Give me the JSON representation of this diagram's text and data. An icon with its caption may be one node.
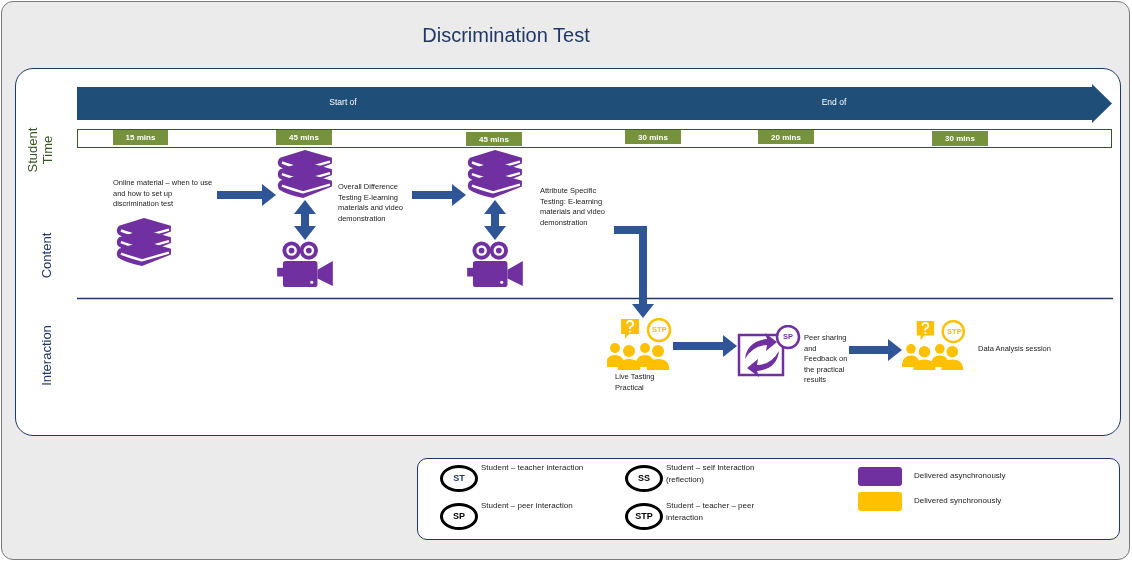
{
  "diagram": {
    "title": "Discrimination Test",
    "nodes": [
      {
        "text": [
          "Start of",
          "End of"
        ]
      },
      {
        "text": [],
        "shape": "box"
      },
      {
        "text": [
          "15 mins"
        ],
        "in": 1
      },
      {
        "text": [
          "45 mins"
        ],
        "in": 1
      },
      {
        "text": [
          "45 mins"
        ],
        "in": 1
      },
      {
        "text": [
          "30 mins"
        ],
        "in": 1
      },
      {
        "text": [
          "20 mins"
        ],
        "in": 1
      },
      {
        "text": [
          "30 mins"
        ],
        "in": 1
      },
      {
        "text": [
          "Online material – when to use and how to set up discrimination test"
        ]
      },
      {
        "text": [],
        "shape": "picture"
      },
      {
        "text": [],
        "shape": "picture"
      },
      {
        "text": [],
        "shape": "picture"
      },
      {
        "text": [
          "Overall Difference Testing E-learning materials and video demonstration"
        ]
      },
      {
        "text": [],
        "shape": "picture"
      },
      {
        "text": [],
        "shape": "picture"
      },
      {
        "text": [
          "Attribute Specific Testing: E-learning materials and video demonstration"
        ]
      },
      {
        "text": [
          "STP"
        ],
        "beside": [
          "Live Tasting Practical"
        ]
      },
      {
        "text": [
          "SP"
        ],
        "beside": [
          "Peer sharing and Feedback on the practical results"
        ]
      },
      {
        "text": [
          "STP"
        ],
        "beside": [
          "Data Analysis session"
        ]
      }
    ],
    "edges": [
      {
        "from": 8,
        "to": 10,
        "arrow": "to"
      },
      {
        "from": 10,
        "to": 11,
        "arrow": "both"
      },
      {
        "from": 12,
        "to": 13,
        "arrow": "to"
      },
      {
        "from": 13,
        "to": 14,
        "arrow": "both"
      },
      {
        "from": 15,
        "to": 16,
        "arrow": "to"
      },
      {
        "from": 16,
        "to": 17,
        "arrow": "to"
      },
      {
        "from": 17,
        "to": 18,
        "arrow": "to"
      }
    ],
    "labels": [
      "Student Time",
      "Content",
      "Interaction",
      "ST",
      "SS",
      "SP",
      "STP"
    ],
    "legend": [
      {
        "text": "Student – teacher interaction"
      },
      {
        "text": "Student – self Interaction (reflection)"
      },
      {
        "text": "Delivered asynchronously",
        "color": "#7030a0"
      },
      {
        "text": "Student – peer interaction"
      },
      {
        "text": "Student – teacher – peer interaction"
      },
      {
        "text": "Delivered synchronously",
        "color": "#ffc000"
      }
    ]
  }
}
